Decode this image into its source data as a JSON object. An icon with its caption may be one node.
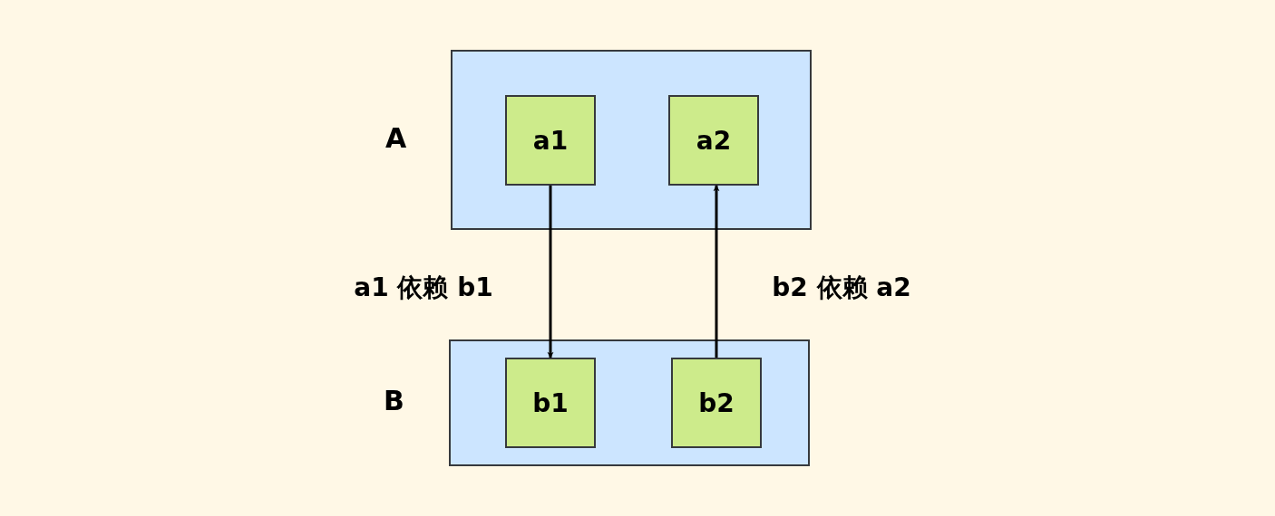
{
  "diagram": {
    "nodes": [
      {
        "text": [
          "A"
        ]
      },
      {
        "text": [
          "a1"
        ],
        "in": 0
      },
      {
        "text": [
          "a2"
        ],
        "in": 0
      },
      {
        "text": [
          "B"
        ]
      },
      {
        "text": [
          "b1"
        ],
        "in": 3
      },
      {
        "text": [
          "b2"
        ],
        "in": 3
      }
    ],
    "edges": [
      {
        "from": 1,
        "to": 4,
        "arrow": "to",
        "label": "a1 依赖 b1"
      },
      {
        "from": 5,
        "to": 2,
        "arrow": "to",
        "label": "b2 依赖 a2"
      }
    ]
  }
}
